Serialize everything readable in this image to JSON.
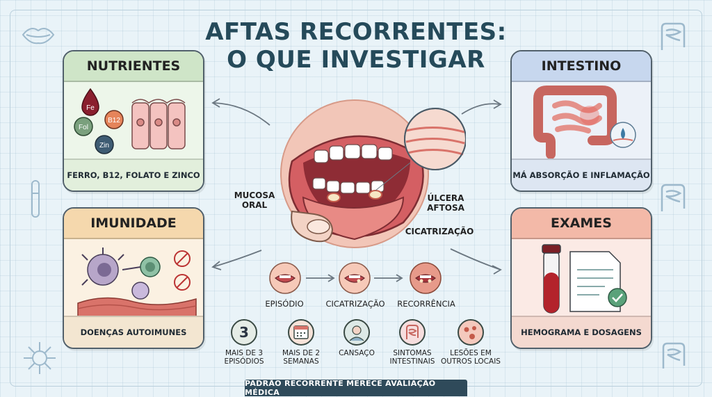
{
  "title": {
    "line1": "AFTAS RECORRENTES:",
    "line2": "O QUE INVESTIGAR"
  },
  "cards": {
    "nutrientes": {
      "title": "NUTRIENTES",
      "footer": "FERRO, B12, FOLATO E ZINCO",
      "chips": [
        "Fe",
        "B12",
        "Fol",
        "Zin"
      ]
    },
    "imunidade": {
      "title": "IMUNIDADE",
      "footer": "DOENÇAS AUTOIMUNES"
    },
    "intestino": {
      "title": "INTESTINO",
      "footer": "MÁ ABSORÇÃO E INFLAMAÇÃO"
    },
    "exames": {
      "title": "EXAMES",
      "footer": "HEMOGRAMA E DOSAGENS"
    }
  },
  "mouth_labels": {
    "mucosa": "MUCOSA\nORAL",
    "ulcera": "ÚLCERA\nAFTOSA",
    "cicatrizacao": "CICATRIZAÇÃO"
  },
  "cycle": [
    "EPISÓDIO",
    "CICATRIZAÇÃO",
    "RECORRÊNCIA"
  ],
  "symptoms": [
    {
      "label": "MAIS DE 3\nEPISÓDIOS",
      "icon": "number-three-icon",
      "glyph": "3"
    },
    {
      "label": "MAIS DE 2\nSEMANAS",
      "icon": "calendar-icon"
    },
    {
      "label": "CANSAÇO",
      "icon": "tired-face-icon"
    },
    {
      "label": "SINTOMAS\nINTESTINAIS",
      "icon": "intestine-icon"
    },
    {
      "label": "LESÕES EM\nOUTROS LOCAIS",
      "icon": "skin-lesion-icon"
    }
  ],
  "banner": "PADRÃO RECORRENTE MERECE AVALIAÇÃO MÉDICA",
  "colors": {
    "title": "#254a5a",
    "nutrientes": "#cfe5c8",
    "imunidade": "#f5d8ad",
    "intestino": "#c7d7ee",
    "exames": "#f3b9a8",
    "banner": "#2f4a5a"
  }
}
